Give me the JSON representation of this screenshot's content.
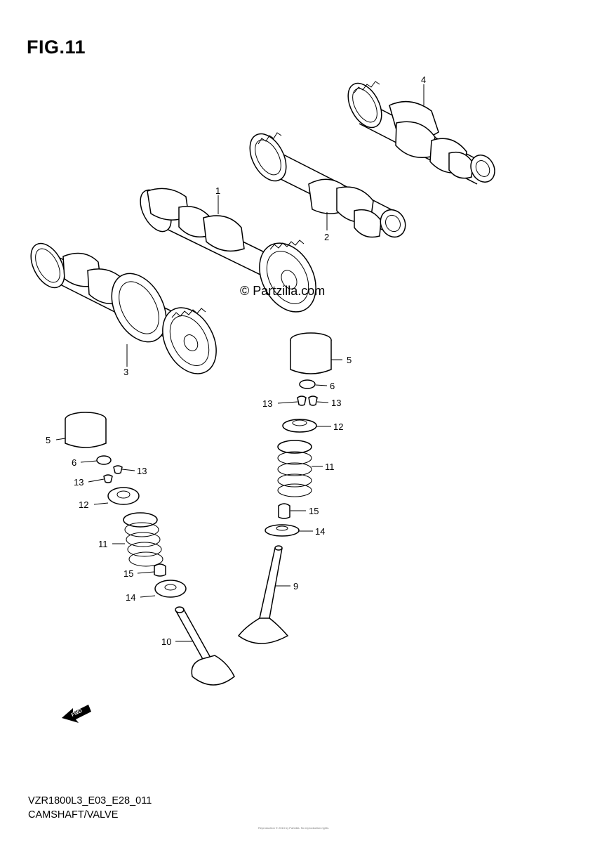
{
  "figure": {
    "title": "FIG.11",
    "watermark": "© Partzilla.com",
    "footer_code": "VZR1800L3_E03_E28_011",
    "footer_name": "CAMSHAFT/VALVE",
    "fine_print": "Reproduction © 2013 by Partzilla. No reproduction rights.",
    "fwd_label": "FWD"
  },
  "callouts": [
    {
      "id": "c4",
      "label": "4"
    },
    {
      "id": "c1",
      "label": "1"
    },
    {
      "id": "c2",
      "label": "2"
    },
    {
      "id": "c3",
      "label": "3"
    },
    {
      "id": "c5r",
      "label": "5"
    },
    {
      "id": "c6r",
      "label": "6"
    },
    {
      "id": "c13rl",
      "label": "13"
    },
    {
      "id": "c13rr",
      "label": "13"
    },
    {
      "id": "c12r",
      "label": "12"
    },
    {
      "id": "c11r",
      "label": "11"
    },
    {
      "id": "c15r",
      "label": "15"
    },
    {
      "id": "c14r",
      "label": "14"
    },
    {
      "id": "c9",
      "label": "9"
    },
    {
      "id": "c5l",
      "label": "5"
    },
    {
      "id": "c6l",
      "label": "6"
    },
    {
      "id": "c13lr",
      "label": "13"
    },
    {
      "id": "c13ll",
      "label": "13"
    },
    {
      "id": "c12l",
      "label": "12"
    },
    {
      "id": "c11l",
      "label": "11"
    },
    {
      "id": "c15l",
      "label": "15"
    },
    {
      "id": "c14l",
      "label": "14"
    },
    {
      "id": "c10",
      "label": "10"
    }
  ]
}
